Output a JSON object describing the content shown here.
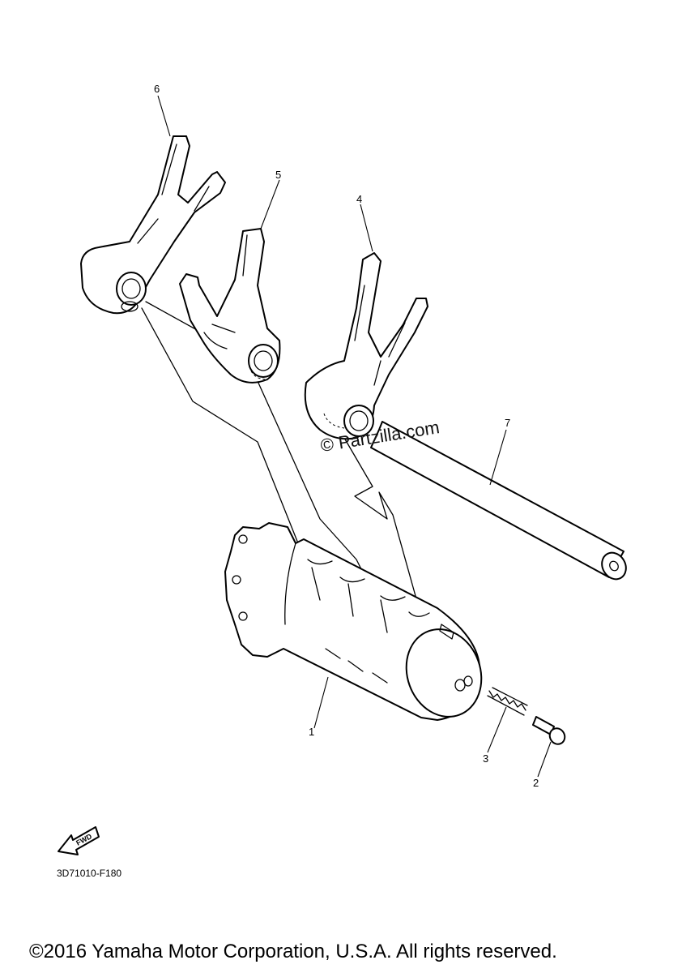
{
  "callouts": {
    "p1": "1",
    "p2": "2",
    "p3": "3",
    "p4": "4",
    "p5": "5",
    "p6": "6",
    "p7": "7"
  },
  "fwd_label": "FWD",
  "watermark": "© Partzilla.com",
  "diagram_code": "3D71010-F180",
  "copyright": "©2016 Yamaha Motor Corporation, U.S.A. All rights reserved."
}
